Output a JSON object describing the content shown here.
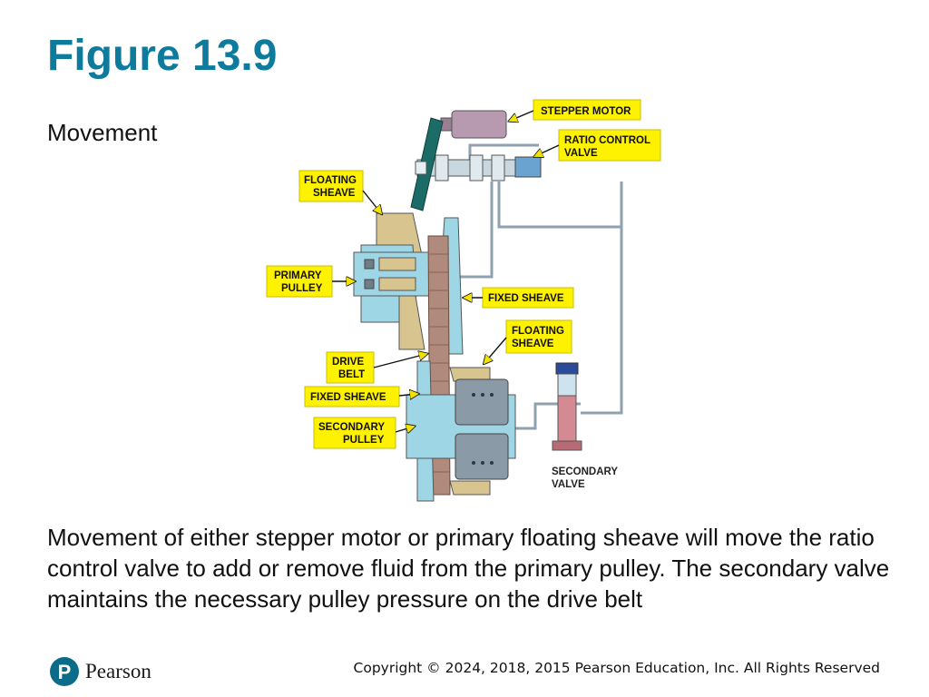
{
  "slide": {
    "title": "Figure 13.9",
    "subtitle": "Movement",
    "caption": "Movement of either stepper motor or primary floating sheave will move the ratio control valve to add or remove fluid from the primary pulley. The secondary valve maintains the necessary pulley pressure on the drive belt"
  },
  "figure": {
    "labels": {
      "stepper_motor": "STEPPER MOTOR",
      "ratio_control_valve_1": "RATIO CONTROL",
      "ratio_control_valve_2": "VALVE",
      "floating_sheave_top_1": "FLOATING",
      "floating_sheave_top_2": "SHEAVE",
      "primary_pulley_1": "PRIMARY",
      "primary_pulley_2": "PULLEY",
      "fixed_sheave_right": "FIXED SHEAVE",
      "floating_sheave_right_1": "FLOATING",
      "floating_sheave_right_2": "SHEAVE",
      "drive_belt_1": "DRIVE",
      "drive_belt_2": "BELT",
      "fixed_sheave_left": "FIXED SHEAVE",
      "secondary_pulley_1": "SECONDARY",
      "secondary_pulley_2": "PULLEY",
      "secondary_valve_1": "SECONDARY",
      "secondary_valve_2": "VALVE"
    }
  },
  "footer": {
    "brand": "Pearson",
    "logo_letter": "P",
    "copyright": "Copyright © 2024, 2018, 2015 Pearson Education, Inc. All Rights Reserved"
  },
  "colors": {
    "title": "#0e7b9c",
    "label_fill": "#fff200",
    "pulley_blue": "#9fd6e6",
    "sheave_tan": "#d8c48e",
    "housing_gray": "#8a9aa6",
    "stepper_motor": "#b89ab0",
    "valve_red": "#d48a92",
    "link_green": "#1b6b66",
    "logo_teal": "#0b6c8a"
  }
}
